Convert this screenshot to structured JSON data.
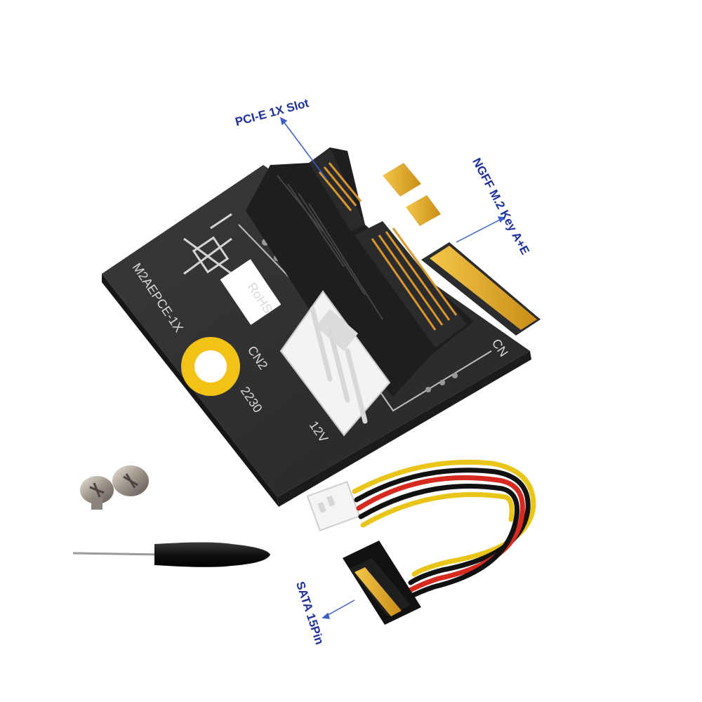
{
  "callouts": {
    "pcie_slot": "PCI-E 1X Slot",
    "ngff": "NGFF M.2 Key A+E",
    "sata": "SATA 15Pin"
  },
  "board": {
    "model": "M2AEPCE-1X",
    "rohs": "RoHS",
    "cn2": "CN2",
    "cn1": "CN",
    "size": "2230",
    "voltage": "12V"
  },
  "colors": {
    "pcb": "#2f2f31",
    "slot": "#232325",
    "gold": "#e6b030",
    "callout": "#1f2f9a",
    "mount_ring": "#f2c315"
  }
}
